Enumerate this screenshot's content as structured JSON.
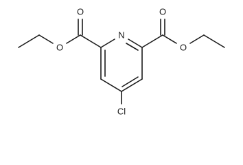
{
  "molecule": {
    "atoms": {
      "ring_nitrogen": "N",
      "ester_left_ether_o": "O",
      "ester_left_carbonyl_o": "O",
      "ester_right_carbonyl_o": "O",
      "ester_right_ether_o": "O",
      "chlorine": "Cl"
    }
  }
}
